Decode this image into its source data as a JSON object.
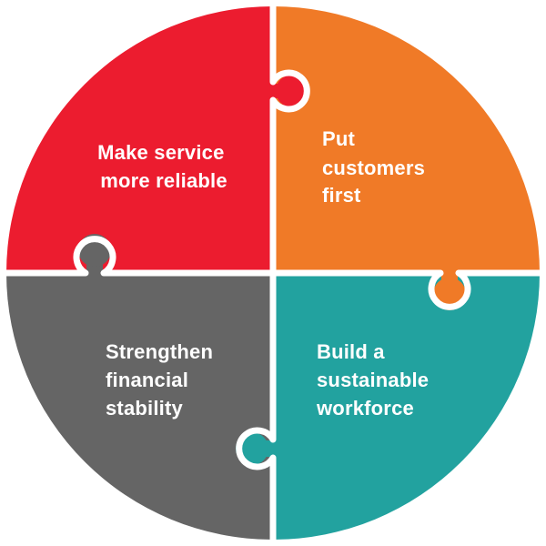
{
  "pieces": [
    {
      "id": "top-left",
      "lines": [
        "Make service",
        "more reliable"
      ],
      "color": "#ec1c2f"
    },
    {
      "id": "top-right",
      "lines": [
        "Put",
        "customers",
        "first"
      ],
      "color": "#f07a27"
    },
    {
      "id": "bottom-left",
      "lines": [
        "Strengthen",
        "financial",
        "stability"
      ],
      "color": "#656565"
    },
    {
      "id": "bottom-right",
      "lines": [
        "Build a",
        "sustainable",
        "workforce"
      ],
      "color": "#22a29f"
    }
  ],
  "background_color": "#ffffff"
}
